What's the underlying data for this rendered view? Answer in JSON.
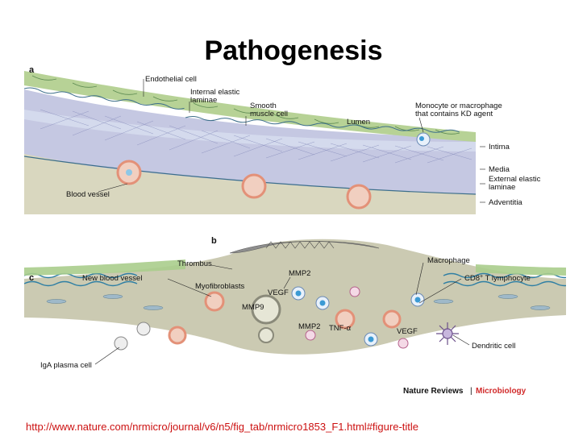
{
  "slide": {
    "title": "Pathogenesis",
    "source_url": "http://www.nature.com/nrmicro/journal/v6/n5/fig_tab/nrmicro1853_F1.html#figure-title"
  },
  "figure": {
    "panel_labels": [
      "a",
      "b",
      "c"
    ],
    "panel_a_labels": {
      "endothelial_cell": "Endothelial cell",
      "internal_elastic_1": "Internal elastic",
      "internal_elastic_2": "laminae",
      "smooth_1": "Smooth",
      "smooth_2": "muscle cell",
      "lumen": "Lumen",
      "monocyte_1": "Monocyte or macrophage",
      "monocyte_2": "that contains KD agent",
      "intima": "Intima",
      "media": "Media",
      "external_1": "External elastic",
      "external_2": "laminae",
      "adventitia": "Adventitia",
      "blood_vessel": "Blood vessel"
    },
    "panel_bc_labels": {
      "thrombus": "Thrombus",
      "new_blood_vessel": "New blood vessel",
      "myofibroblasts": "Myofibroblasts",
      "mmp2_top": "MMP2",
      "vegf_left": "VEGF",
      "mmp9": "MMP9",
      "mmp2_bottom": "MMP2",
      "tnf": "TNF-α",
      "vegf_right": "VEGF",
      "macrophage": "Macrophage",
      "cd8_prefix": "CD8",
      "cd8_sup": "+",
      "cd8_suffix": " T lymphocyte",
      "dendritic": "Dendritic cell",
      "iga": "IgA plasma cell"
    },
    "credit": {
      "journal": "Nature Reviews",
      "separator": "|",
      "section": "Microbiology"
    },
    "colors": {
      "endothelium": "#b9d39a",
      "media": "#c9cbe2",
      "lumen": "#cfd6ea",
      "adventitia": "#d8d8c0",
      "tissue_b": "#c9c9b2",
      "vessel_ring": "#e8a08a",
      "vessel_fill": "#f3d3c4",
      "credit_section": "#d12a2a"
    }
  }
}
